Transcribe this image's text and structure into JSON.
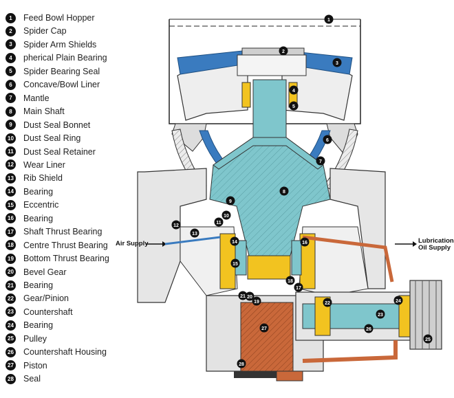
{
  "legend": [
    {
      "num": "1",
      "label": "Feed Bowl Hopper"
    },
    {
      "num": "2",
      "label": "Spider Cap"
    },
    {
      "num": "3",
      "label": "Spider Arm Shields"
    },
    {
      "num": "4",
      "label": "pherical Plain Bearing"
    },
    {
      "num": "5",
      "label": "Spider Bearing Seal"
    },
    {
      "num": "6",
      "label": "Concave/Bowl Liner"
    },
    {
      "num": "7",
      "label": "Mantle"
    },
    {
      "num": "8",
      "label": "Main Shaft"
    },
    {
      "num": "9",
      "label": "Dust Seal Bonnet"
    },
    {
      "num": "10",
      "label": "Dust Seal Ring"
    },
    {
      "num": "11",
      "label": "Dust Seal Retainer"
    },
    {
      "num": "12",
      "label": "Wear Liner"
    },
    {
      "num": "13",
      "label": "Rib Shield"
    },
    {
      "num": "14",
      "label": "Bearing"
    },
    {
      "num": "15",
      "label": "Eccentric"
    },
    {
      "num": "16",
      "label": "Bearing"
    },
    {
      "num": "17",
      "label": "Shaft Thrust Bearing"
    },
    {
      "num": "18",
      "label": "Centre Thrust Bearing"
    },
    {
      "num": "19",
      "label": "Bottom Thrust Bearing"
    },
    {
      "num": "20",
      "label": "Bevel Gear"
    },
    {
      "num": "21",
      "label": "Bearing"
    },
    {
      "num": "22",
      "label": "Gear/Pinion"
    },
    {
      "num": "23",
      "label": "Countershaft"
    },
    {
      "num": "24",
      "label": "Bearing"
    },
    {
      "num": "25",
      "label": "Pulley"
    },
    {
      "num": "26",
      "label": "Countershaft Housing"
    },
    {
      "num": "27",
      "label": "Piston"
    },
    {
      "num": "28",
      "label": "Seal"
    }
  ],
  "annotations": {
    "air_supply": "Air Supply",
    "lubrication_1": "Lubrication",
    "lubrication_2": "Oil Supply"
  },
  "callouts": [
    "1",
    "2",
    "3",
    "4",
    "5",
    "6",
    "7",
    "8",
    "9",
    "10",
    "11",
    "12",
    "13",
    "14",
    "15",
    "16",
    "17",
    "18",
    "19",
    "20",
    "21",
    "22",
    "23",
    "24",
    "25",
    "26",
    "27",
    "28"
  ],
  "colors": {
    "cyan": "#7fc6cc",
    "blue": "#3a7bbf",
    "copper": "#c9683a",
    "yellow": "#f2c320",
    "housing": "#e6e6e6",
    "dark": "#111111"
  }
}
